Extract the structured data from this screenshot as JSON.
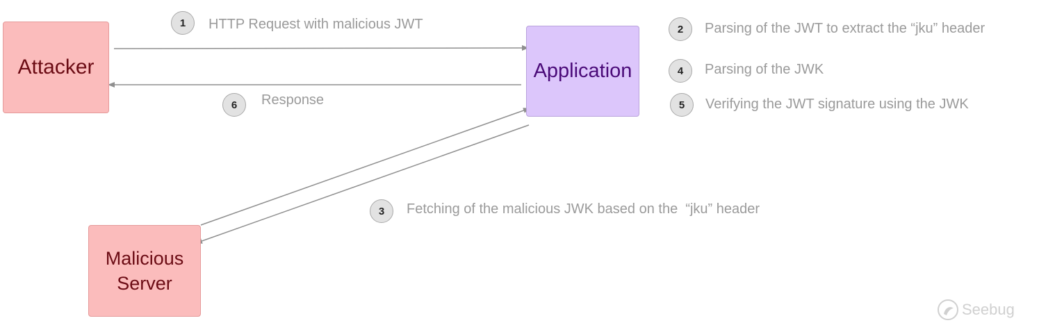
{
  "nodes": {
    "attacker": "Attacker",
    "application": "Application",
    "malicious_server": [
      "Malicious",
      "Server"
    ]
  },
  "steps": [
    {
      "number": "1",
      "label": "HTTP Request with malicious JWT"
    },
    {
      "number": "2",
      "label": "Parsing of the JWT to extract the “jku” header"
    },
    {
      "number": "3",
      "label": "Fetching of the malicious JWK based on the  “jku” header"
    },
    {
      "number": "4",
      "label": "Parsing of the JWK"
    },
    {
      "number": "5",
      "label": "Verifying the JWT signature using the JWK"
    },
    {
      "number": "6",
      "label": "Response"
    }
  ],
  "watermark": "Seebug",
  "colors": {
    "node_red_fill": "#fbbcbc",
    "node_red_text": "#6b0b14",
    "node_purple_fill": "#dcc6fb",
    "node_purple_text": "#4a0a78",
    "arrow": "#8f8f8f",
    "label_text": "#9a9a9a"
  },
  "icons": {
    "watermark_logo": "seebug-logo-icon"
  }
}
